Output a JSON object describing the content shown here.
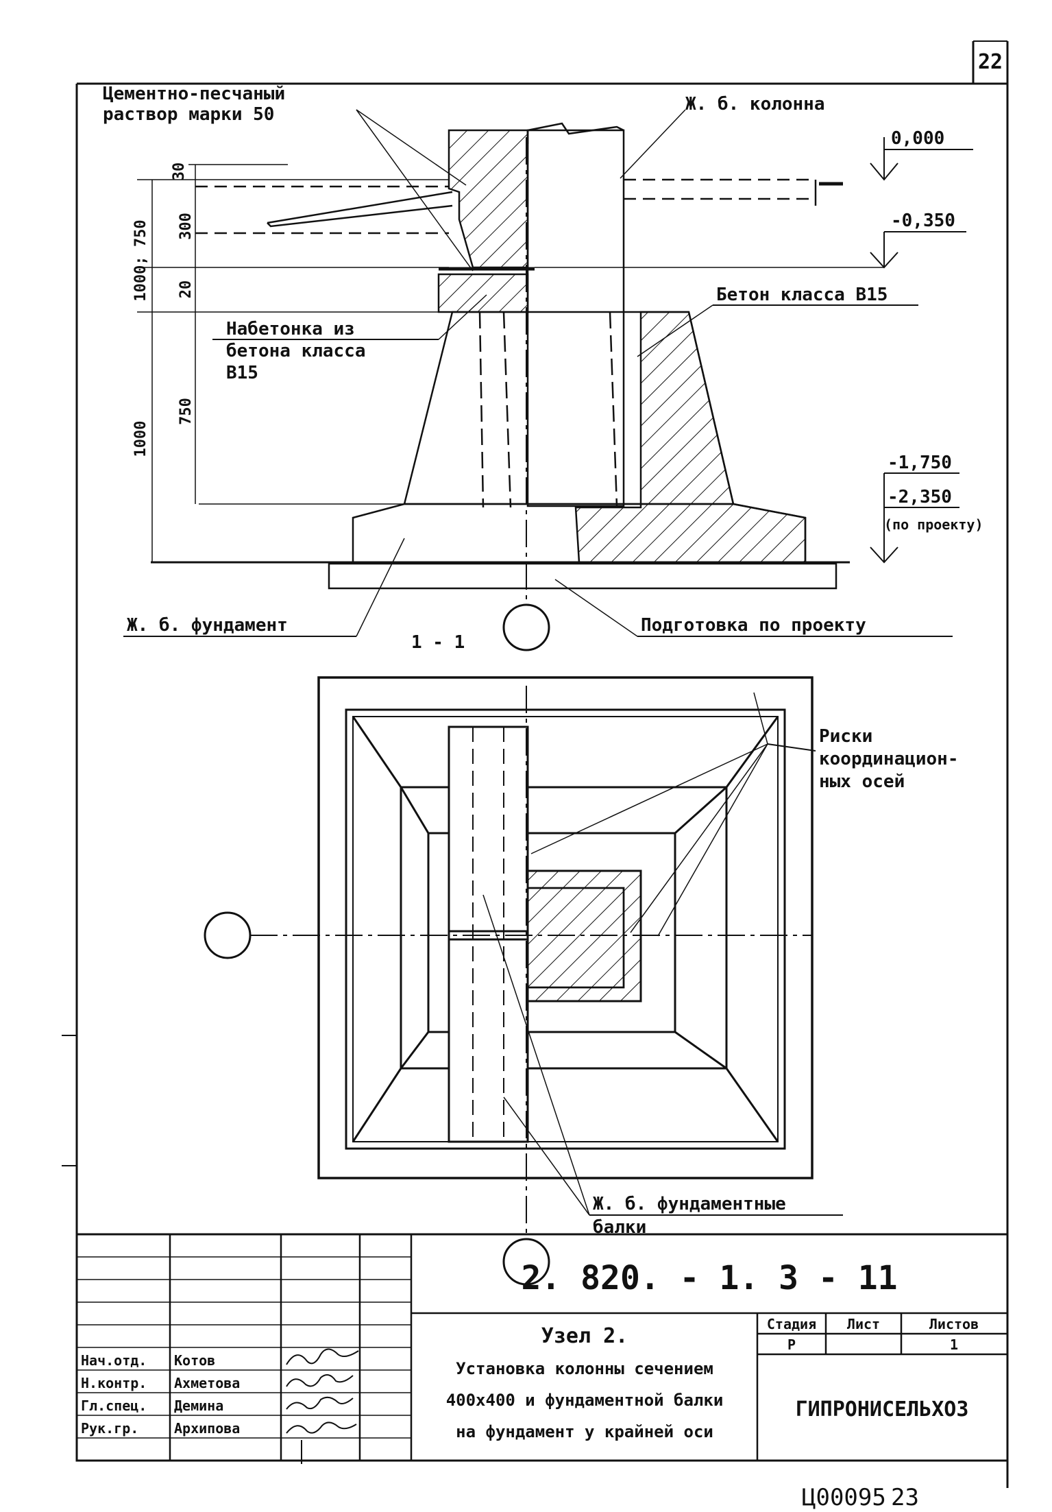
{
  "sheet_number": "22",
  "labels": {
    "mortar": [
      "Цементно-песчаный",
      "раствор марки 50"
    ],
    "column": "Ж. б. колонна",
    "concrete": "Бетон класса В15",
    "concrete_fill": [
      "Набетонка из",
      "бетона класса",
      "В15"
    ],
    "foundation": "Ж. б. фундамент",
    "preparation": "Подготовка по проекту",
    "section": "1 - 1",
    "risks": [
      "Риски",
      "координацион-",
      "ных осей"
    ],
    "beams": [
      "Ж. б. фундаментные",
      "балки"
    ]
  },
  "elevations": {
    "e0": "0,000",
    "e1": "-0,350",
    "e2": "-1,750",
    "e3": "-2,350",
    "e3_note": "(по проекту)"
  },
  "dims": {
    "d30": "30",
    "d300": "300",
    "d20": "20",
    "d_range": "1000; 750",
    "d750": "750",
    "d1000": "1000"
  },
  "title_block": {
    "code": "2. 820. - 1. 3 - 11",
    "node": "Узел 2.",
    "description": [
      "Установка колонны сечением",
      "400х400 и фундаментной балки",
      "на фундамент у крайней оси"
    ],
    "stage_header": "Стадия",
    "sheet_header": "Лист",
    "sheets_header": "Листов",
    "stage": "Р",
    "sheet": "",
    "sheets": "1",
    "org": "ГИПРОНИСЕЛЬХОЗ",
    "people": [
      {
        "role": "Нач.отд.",
        "name": "Котов"
      },
      {
        "role": "Н.контр.",
        "name": "Ахметова"
      },
      {
        "role": "Гл.спец.",
        "name": "Демина"
      },
      {
        "role": "Рук.гр.",
        "name": "Архипова"
      }
    ]
  },
  "footer": {
    "inventory": "Ц00095",
    "page": "23"
  },
  "colors": {
    "ink": "#111111",
    "paper": "#ffffff"
  }
}
